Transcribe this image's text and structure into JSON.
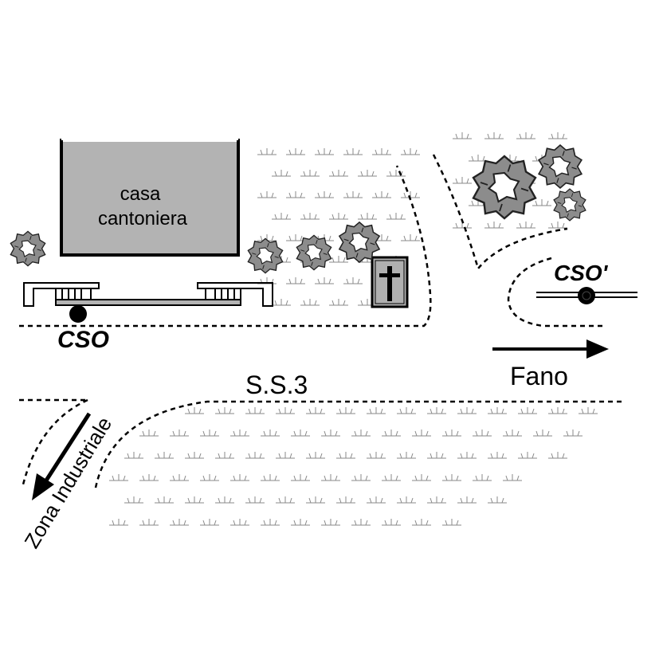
{
  "labels": {
    "building": [
      "casa",
      "cantoniera"
    ],
    "road": "S.S.3",
    "direction_east": "Fano",
    "direction_southwest": "Zona Industriale",
    "point_a": "CSO",
    "point_b": "CSO'"
  },
  "colors": {
    "building_fill": "#b3b3b3",
    "tree_fill": "#8c8c8c",
    "chapel_fill": "#b0b0b0",
    "line": "#000000",
    "vegetation": "#8a8a8a"
  },
  "icons": {
    "chapel": "cross-icon",
    "tree": "tree-icon",
    "marker": "dot-marker-icon"
  }
}
